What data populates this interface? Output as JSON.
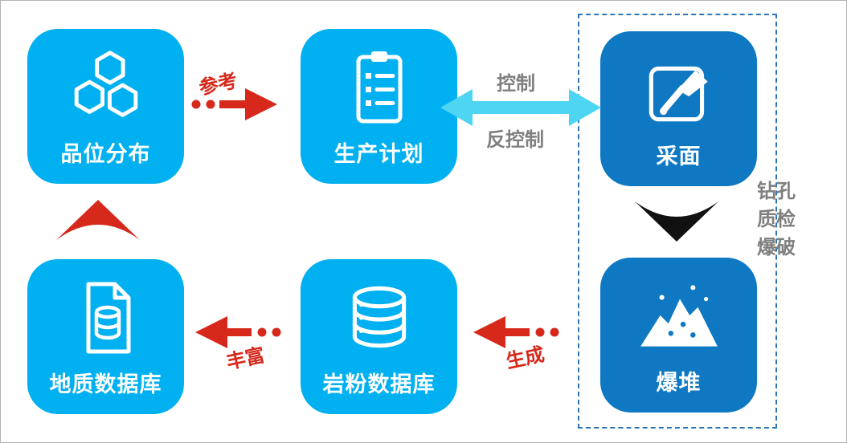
{
  "nodes": {
    "grade_distribution": {
      "label": "品位分布",
      "icon": "hexagons-icon"
    },
    "production_plan": {
      "label": "生产计划",
      "icon": "clipboard-list-icon"
    },
    "mining_face": {
      "label": "采面",
      "icon": "excavator-icon"
    },
    "geology_database": {
      "label": "地质数据库",
      "icon": "document-database-icon"
    },
    "rock_powder_database": {
      "label": "岩粉数据库",
      "icon": "database-icon"
    },
    "blast_pile": {
      "label": "爆堆",
      "icon": "blast-pile-icon"
    }
  },
  "edges": {
    "reference_label": "参考",
    "control_label": "控制",
    "counter_control_label": "反控制",
    "process_steps": [
      "钻孔",
      "质检",
      "爆破"
    ],
    "generate_label": "生成",
    "enrich_label": "丰富"
  },
  "colors": {
    "node_cyan": "#00b0f0",
    "node_dark_blue": "#0e78c2",
    "arrow_red": "#d6291c",
    "arrow_cyan": "#4ed5f2",
    "chevron_black": "#111111",
    "edge_label_gray": "#7f7f7f",
    "group_border_blue": "#2e75b6"
  }
}
